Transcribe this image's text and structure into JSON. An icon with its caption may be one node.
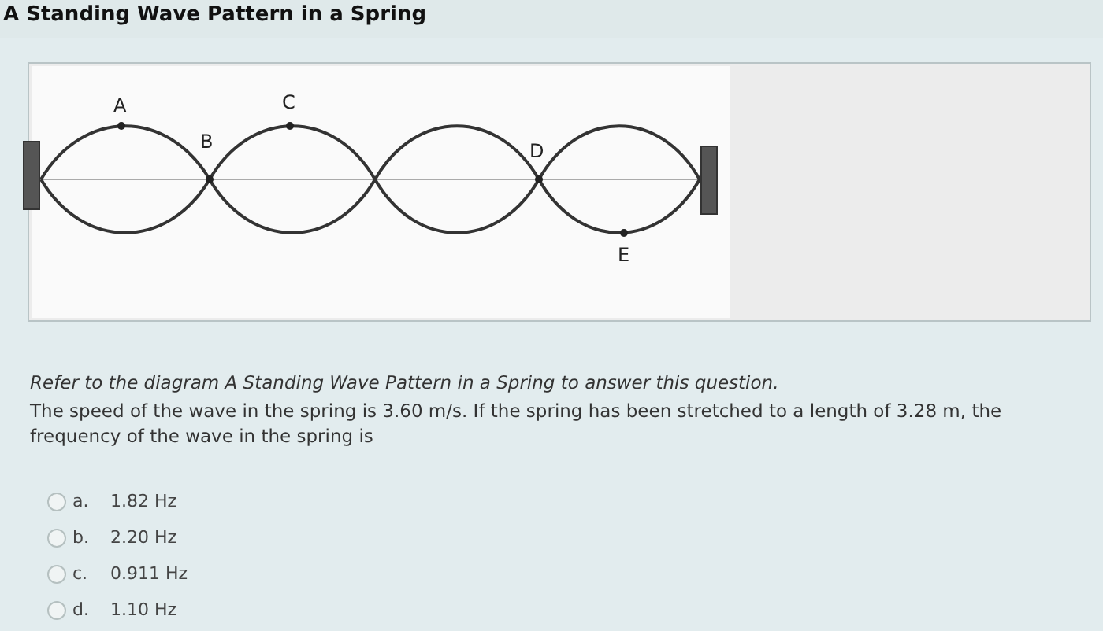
{
  "diagram": {
    "title": "A Standing Wave Pattern in a Spring",
    "labels": [
      "A",
      "C",
      "B",
      "D",
      "E",
      "Refer to the diagram A Standing Wave Pattern in a Spring to answer this question.",
      "The speed of the wave in the spring is 3.60 m/s. If the spring has been stretched to a length of 3.28 m, the frequency of the wave in the spring is",
      "a.",
      "1.82 Hz",
      "b.",
      "2.20 Hz",
      "c.",
      "0.911 Hz",
      "d.",
      "1.10 Hz"
    ]
  }
}
